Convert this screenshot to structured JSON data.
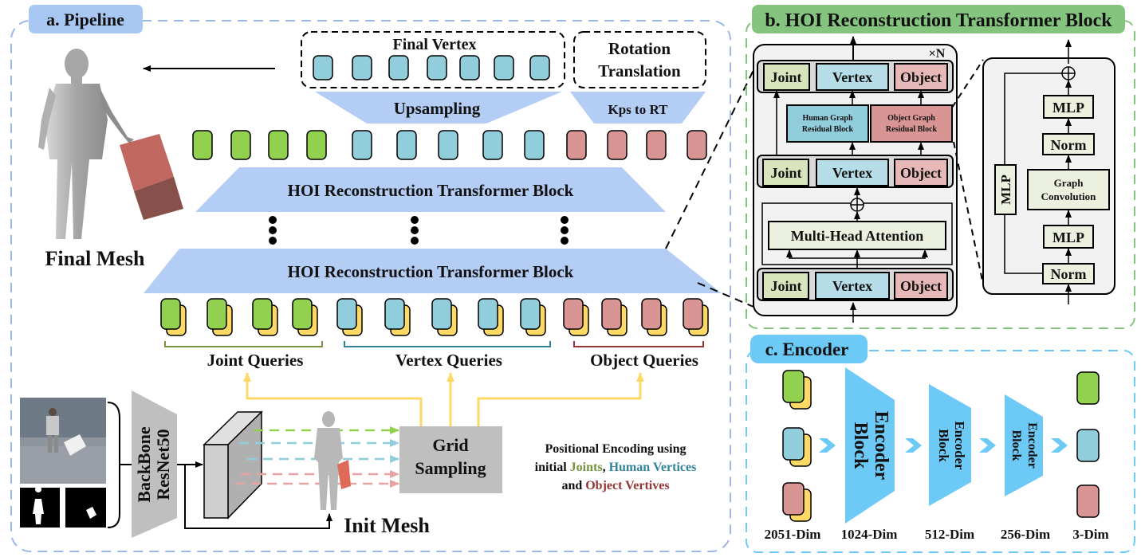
{
  "panel_a": {
    "title": "a. Pipeline",
    "final_vertex_label": "Final Vertex",
    "rotation_label": "Rotation",
    "translation_label": "Translation",
    "upsampling_label": "Upsampling",
    "kps_label": "Kps to RT",
    "transformer_block_label": "HOI Reconstruction Transformer Block",
    "final_mesh_label": "Final Mesh",
    "joint_queries_label": "Joint Queries",
    "vertex_queries_label": "Vertex Queries",
    "object_queries_label": "Object Queries",
    "backbone_line1": "BackBone",
    "backbone_line2": "ResNet50",
    "grid_line1": "Grid",
    "grid_line2": "Sampling",
    "init_mesh_label": "Init Mesh",
    "pe_line1": "Positional Encoding using",
    "pe_line2_prefix": "initial ",
    "pe_joints": "Joints",
    "pe_comma": ", ",
    "pe_human_vertices": "Human Vertices",
    "pe_line3_prefix": "and ",
    "pe_object_vertives": "Object Vertives",
    "final_vertex_tokens": 7,
    "token_counts": {
      "joint": 4,
      "vertex": 5,
      "object": 4
    }
  },
  "panel_b": {
    "title": "b. HOI Reconstruction Transformer Block",
    "repeat_label": "×N",
    "joint_label": "Joint",
    "vertex_label": "Vertex",
    "object_label": "Object",
    "human_graph_line1": "Human Graph",
    "human_graph_line2": "Residual Block",
    "object_graph_line1": "Object Graph",
    "object_graph_line2": "Residual Block",
    "mha_label": "Multi-Head Attention",
    "mlp_label": "MLP",
    "norm_label": "Norm",
    "graph_conv_line1": "Graph",
    "graph_conv_line2": "Convolution"
  },
  "panel_c": {
    "title": "c. Encoder",
    "encoder_line1": "Encoder",
    "encoder_line2": "Block",
    "dims": [
      "2051-Dim",
      "1024-Dim",
      "512-Dim",
      "256-Dim",
      "3-Dim"
    ]
  },
  "colors": {
    "joint": "#92d050",
    "vertex": "#92cddc",
    "object": "#d99594",
    "query_back": "#ffd966",
    "pipeline_blue": "#b4cdf5",
    "encoder_blue": "#6dcaf7",
    "panel_b_green": "#84c47e",
    "joint_box": "#d8e4bc",
    "vertex_box": "#b7dee8",
    "object_box": "#e6b9b8",
    "joint_text": "#76923c",
    "vertex_text": "#31849b",
    "object_text": "#943634",
    "yellow_arrow": "#ffd966"
  }
}
